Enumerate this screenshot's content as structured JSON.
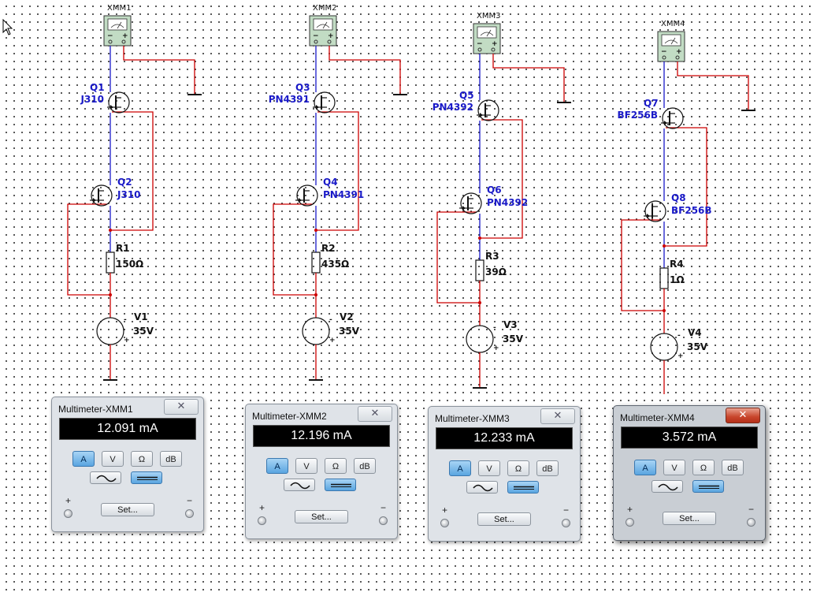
{
  "circuits": [
    {
      "meter_ref": "XMM1",
      "q_upper_ref": "Q1",
      "q_upper_model": "J310",
      "q_lower_ref": "Q2",
      "q_lower_model": "J310",
      "r_ref": "R1",
      "r_value": "150Ω",
      "v_ref": "V1",
      "v_value": "35V"
    },
    {
      "meter_ref": "XMM2",
      "q_upper_ref": "Q3",
      "q_upper_model": "PN4391",
      "q_lower_ref": "Q4",
      "q_lower_model": "PN4391",
      "r_ref": "R2",
      "r_value": "435Ω",
      "v_ref": "V2",
      "v_value": "35V"
    },
    {
      "meter_ref": "XMM3",
      "q_upper_ref": "Q5",
      "q_upper_model": "PN4392",
      "q_lower_ref": "Q6",
      "q_lower_model": "PN4392",
      "r_ref": "R3",
      "r_value": "39Ω",
      "v_ref": "V3",
      "v_value": "35V"
    },
    {
      "meter_ref": "XMM4",
      "q_upper_ref": "Q7",
      "q_upper_model": "BF256B",
      "q_lower_ref": "Q8",
      "q_lower_model": "BF256B",
      "r_ref": "R4",
      "r_value": "1Ω",
      "v_ref": "V4",
      "v_value": "35V"
    }
  ],
  "multimeters": [
    {
      "title": "Multimeter-XMM1",
      "reading": "12.091 mA",
      "active": false
    },
    {
      "title": "Multimeter-XMM2",
      "reading": "12.196 mA",
      "active": false
    },
    {
      "title": "Multimeter-XMM3",
      "reading": "12.233 mA",
      "active": false
    },
    {
      "title": "Multimeter-XMM4",
      "reading": "3.572 mA",
      "active": true
    }
  ],
  "meter_controls": {
    "amp_label": "A",
    "volt_label": "V",
    "ohm_label": "Ω",
    "db_label": "dB",
    "set_label": "Set...",
    "plus_label": "+",
    "minus_label": "−",
    "selected_mode": "A",
    "selected_waveform": "dc"
  },
  "colors": {
    "wire_red": "#cc0000",
    "wire_blue": "#1a1ac8",
    "meter_green": "#c2dcc4",
    "close_active_red": "#c8452b"
  }
}
